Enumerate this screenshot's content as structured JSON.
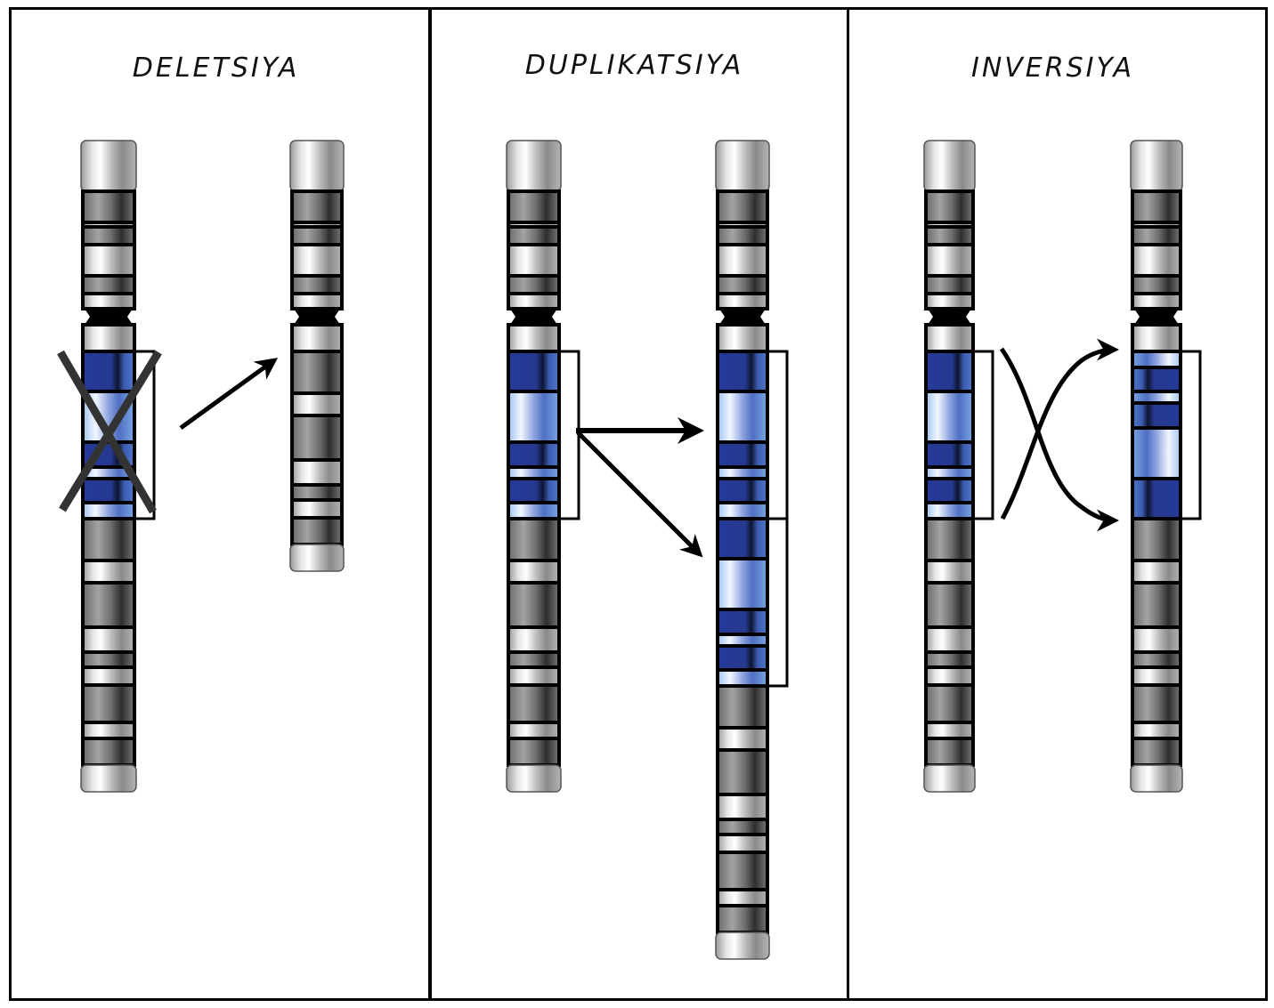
{
  "panels": [
    {
      "id": "deletion",
      "title": "DELETSIYA"
    },
    {
      "id": "duplication",
      "title": "DUPLIKATSIYA"
    },
    {
      "id": "inversion",
      "title": "INVERSIYA"
    }
  ],
  "band_pattern": {
    "p_arm": [
      [
        "cap",
        57
      ],
      [
        "d",
        35
      ],
      [
        "l",
        5
      ],
      [
        "d",
        20
      ],
      [
        "l",
        35
      ],
      [
        "d",
        20
      ],
      [
        "l",
        17
      ]
    ],
    "q_upper": [
      [
        "l",
        30
      ]
    ],
    "segment": [
      [
        "d",
        45
      ],
      [
        "l",
        57
      ],
      [
        "d",
        28
      ],
      [
        "l",
        13
      ],
      [
        "d",
        27
      ],
      [
        "l",
        18
      ]
    ],
    "segment_inverted": [
      [
        "l",
        18
      ],
      [
        "d",
        27
      ],
      [
        "l",
        13
      ],
      [
        "d",
        28
      ],
      [
        "l",
        57
      ],
      [
        "d",
        45
      ]
    ],
    "q_lower": [
      [
        "d",
        47
      ],
      [
        "l",
        25
      ],
      [
        "d",
        50
      ],
      [
        "l",
        28
      ],
      [
        "d",
        17
      ],
      [
        "l",
        20
      ],
      [
        "d",
        42
      ],
      [
        "l",
        18
      ],
      [
        "d",
        30
      ],
      [
        "cap",
        30
      ]
    ],
    "q_lower_short": [
      [
        "d",
        47
      ],
      [
        "l",
        25
      ],
      [
        "d",
        50
      ],
      [
        "l",
        28
      ],
      [
        "d",
        17
      ],
      [
        "l",
        20
      ],
      [
        "d",
        30
      ],
      [
        "cap",
        30
      ]
    ]
  },
  "chromosomes": [
    {
      "name": "deletion-original",
      "segment_mode": "normal",
      "marked": true,
      "crossed_out": true
    },
    {
      "name": "deletion-result",
      "segment_mode": "removed",
      "marked": false,
      "crossed_out": false
    },
    {
      "name": "duplication-original",
      "segment_mode": "normal",
      "marked": true,
      "crossed_out": false
    },
    {
      "name": "duplication-result",
      "segment_mode": "duplicated",
      "marked": true,
      "crossed_out": false
    },
    {
      "name": "inversion-original",
      "segment_mode": "normal",
      "marked": true,
      "crossed_out": false
    },
    {
      "name": "inversion-result",
      "segment_mode": "inverted",
      "marked": true,
      "crossed_out": false
    }
  ],
  "colors": {
    "outline": "#000000",
    "segment_dark": "#27408f",
    "segment_light": "#a9c6ea",
    "gray_dark": "#5e5e5e",
    "gray_light": "#d9d9d9"
  }
}
